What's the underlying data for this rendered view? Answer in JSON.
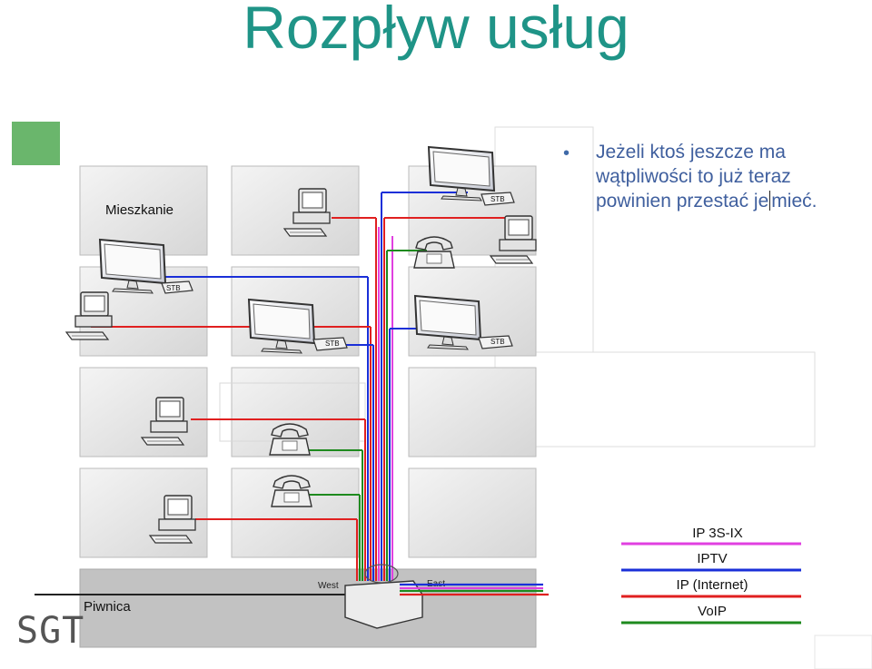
{
  "slide": {
    "title": "Rozpływ usług",
    "bullet": "Jeżeli ktoś jeszcze ma wątpliwości to już teraz powinien przestać je",
    "bullet_tail": "mieć.",
    "logo": "SGT"
  },
  "diagram": {
    "apartment_label": "Mieszkanie",
    "basement_label": "Piwnica",
    "stb_label": "STB",
    "west_label": "West",
    "east_label": "East"
  },
  "legend": {
    "items": [
      {
        "label": "IP 3S-IX",
        "color": "#e040e0"
      },
      {
        "label": "IPTV",
        "color": "#1a2fd8"
      },
      {
        "label": "IP (Internet)",
        "color": "#e02020"
      },
      {
        "label": "VoIP",
        "color": "#1e8a1e"
      }
    ]
  },
  "colors": {
    "title": "#1f9487",
    "bullet_text": "#3f5f9e",
    "iptv": "#1a2fd8",
    "internet": "#e02020",
    "voip": "#1e8a1e",
    "ip3s": "#e040e0"
  }
}
